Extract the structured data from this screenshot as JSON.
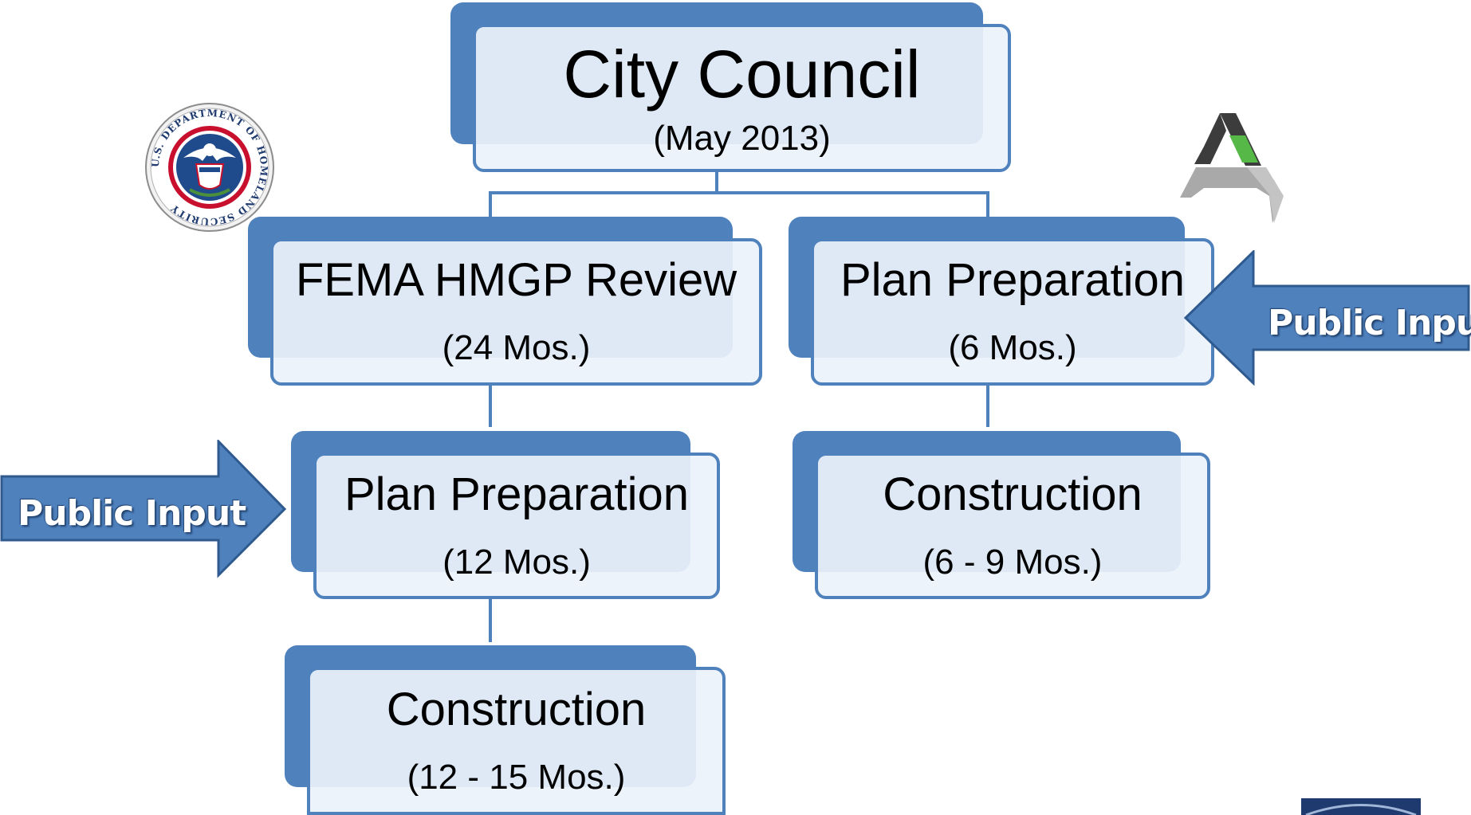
{
  "colors": {
    "accent": "#4f81bd",
    "box_fill": "#ecf2fb"
  },
  "root": {
    "title": "City Council",
    "subtitle": "(May 2013)"
  },
  "left_branch": [
    {
      "title": "FEMA HMGP Review",
      "subtitle": "(24 Mos.)"
    },
    {
      "title": "Plan Preparation",
      "subtitle": "(12 Mos.)"
    },
    {
      "title": "Construction",
      "subtitle": "(12 - 15 Mos.)"
    }
  ],
  "right_branch": [
    {
      "title": "Plan Preparation",
      "subtitle": "(6 Mos.)"
    },
    {
      "title": "Construction",
      "subtitle": "(6 - 9 Mos.)"
    }
  ],
  "arrows": {
    "left": {
      "label": "Public Input",
      "direction": "right"
    },
    "right": {
      "label": "Public Input",
      "direction": "left"
    }
  },
  "logos": {
    "left": {
      "icon": "homeland-security-seal-icon",
      "text": "U.S. DEPARTMENT OF HOMELAND SECURITY"
    },
    "right": {
      "icon": "stylized-a-logo-icon"
    }
  }
}
